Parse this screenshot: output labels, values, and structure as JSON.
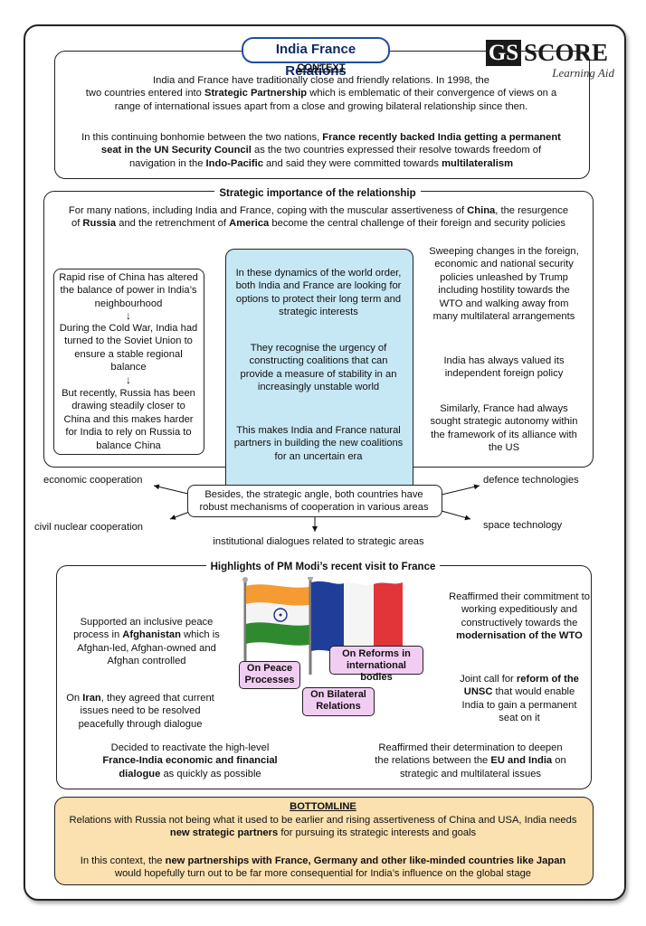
{
  "title": "India France Relations",
  "logo": {
    "gs": "GS",
    "score": "SCORE",
    "sub": "Learning Aid"
  },
  "context": {
    "heading": "CONTEXT",
    "p1_a": "India and France have traditionally close and friendly relations. In 1998, the",
    "p1_b": "two countries entered into ",
    "p1_b_bold": "Strategic Partnership",
    "p1_b_rest": " which is emblematic of their convergence of views on a",
    "p1_c": "range of international issues apart from a close and growing bilateral relationship since then.",
    "p2_a": "In this continuing bonhomie between the two nations, ",
    "p2_a_bold": "France recently backed India getting a permanent",
    "p2_b_bold": "seat in the UN Security Council",
    "p2_b_rest": " as the two countries expressed their resolve towards freedom of",
    "p2_c_pre": "navigation in the ",
    "p2_c_bold1": "Indo-Pacific",
    "p2_c_mid": " and said they were committed towards ",
    "p2_c_bold2": "multilateralism"
  },
  "strategic": {
    "heading": "Strategic importance of the relationship",
    "intro_a_pre": "For many nations, including India and France, coping with the muscular assertiveness of ",
    "intro_a_bold": "China",
    "intro_a_rest": ", the resurgence",
    "intro_b_pre": "of ",
    "intro_b_bold1": "Russia",
    "intro_b_mid": " and the retrenchment of ",
    "intro_b_bold2": "America",
    "intro_b_rest": " become the central challenge of their foreign and security policies",
    "left_1": "Rapid rise of China has altered the balance of power in India’s neighbourhood",
    "left_2": "During the Cold War, India had turned to the Soviet Union to ensure a stable regional balance",
    "left_3": "But recently, Russia has been drawing steadily closer to China and this makes harder for India to rely on Russia to balance China",
    "center_1": "In these dynamics of the world order, both India and France  are looking for options to protect their long term and strategic interests",
    "center_2": "They recognise the urgency of constructing coalitions that can provide a measure of stability in an increasingly unstable world",
    "center_3": "This makes India and France natural partners in building the new coalitions for an uncertain era",
    "right_1": "Sweeping changes in the foreign, economic and national security policies unleashed by Trump including hostility towards the WTO and walking away from many multilateral arrangements",
    "right_2": "India has always valued its independent foreign policy",
    "right_3": "Similarly, France had always sought strategic autonomy within the framework of its alliance with the US"
  },
  "cooperation": {
    "center": "Besides, the strategic angle, both countries have robust mechanisms of cooperation in various areas",
    "economic": "economic cooperation",
    "defence": "defence technologies",
    "nuclear": "civil nuclear cooperation",
    "space": "space technology",
    "institutional": "institutional dialogues related to strategic areas"
  },
  "highlights": {
    "heading": "Highlights of PM Modi’s recent visit to France",
    "peace_label": "On Peace Processes",
    "reforms_label": "On Reforms in international bodies",
    "bilateral_label": "On Bilateral Relations",
    "afghan_pre": "Supported an inclusive peace process in ",
    "afghan_bold": "Afghanistan",
    "afghan_rest": " which is Afghan-led, Afghan-owned and Afghan controlled",
    "iran_pre": "On ",
    "iran_bold": "Iran",
    "iran_rest": ", they agreed that current issues need to be resolved peacefully through dialogue",
    "wto_pre": "Reaffirmed their commitment to working expeditiously and constructively towards the ",
    "wto_bold": "modernisation of the WTO",
    "unsc_pre": "Joint call for ",
    "unsc_bold": "reform of the UNSC",
    "unsc_rest": " that would enable India to gain a permanent seat on it",
    "dialogue_pre": "Decided to reactivate the high-level ",
    "dialogue_bold": "France-India economic and financial dialogue",
    "dialogue_rest": " as quickly as possible",
    "eu_pre": "Reaffirmed their determination to deepen the relations between the ",
    "eu_bold": "EU and India",
    "eu_rest": " on strategic and multilateral issues"
  },
  "bottomline": {
    "heading": "BOTTOMLINE",
    "p1_a": "Relations with Russia not being what it used to be earlier and rising assertiveness of China and USA, India needs",
    "p1_b_bold": "new strategic partners",
    "p1_b_rest": " for pursuing its strategic interests and goals",
    "p2_a_pre": "In this context, the ",
    "p2_a_bold": "new partnerships with France, Germany and other like-minded countries like Japan",
    "p2_b": "would hopefully turn out to be far more consequential for India’s influence on the global stage"
  },
  "colors": {
    "title_border": "#1f4fa0",
    "center_box": "#c6e7f4",
    "label_box": "#f2cdf2",
    "bottomline_box": "#fbe0b0"
  }
}
